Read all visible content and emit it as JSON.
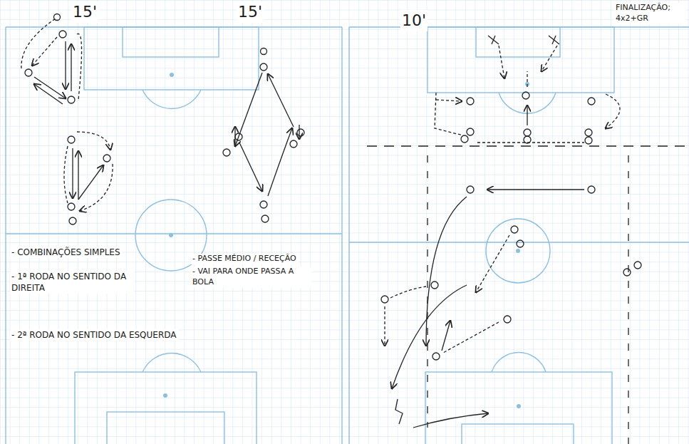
{
  "diagram": {
    "labels": [
      "15'",
      "15'",
      "10'",
      "FINALIZAÇÃO; 4x2+GR",
      "- COMBINAÇÕES SIMPLES",
      "- 1ª RODA NO SENTIDO DA DIREITA",
      "- 2ª RODA NO SENTIDO DA ESQUERDA",
      "- PASSE MÉDIO / RECEÇÃO",
      "- VAI PARA ONDE PASSA A BOLA"
    ]
  }
}
